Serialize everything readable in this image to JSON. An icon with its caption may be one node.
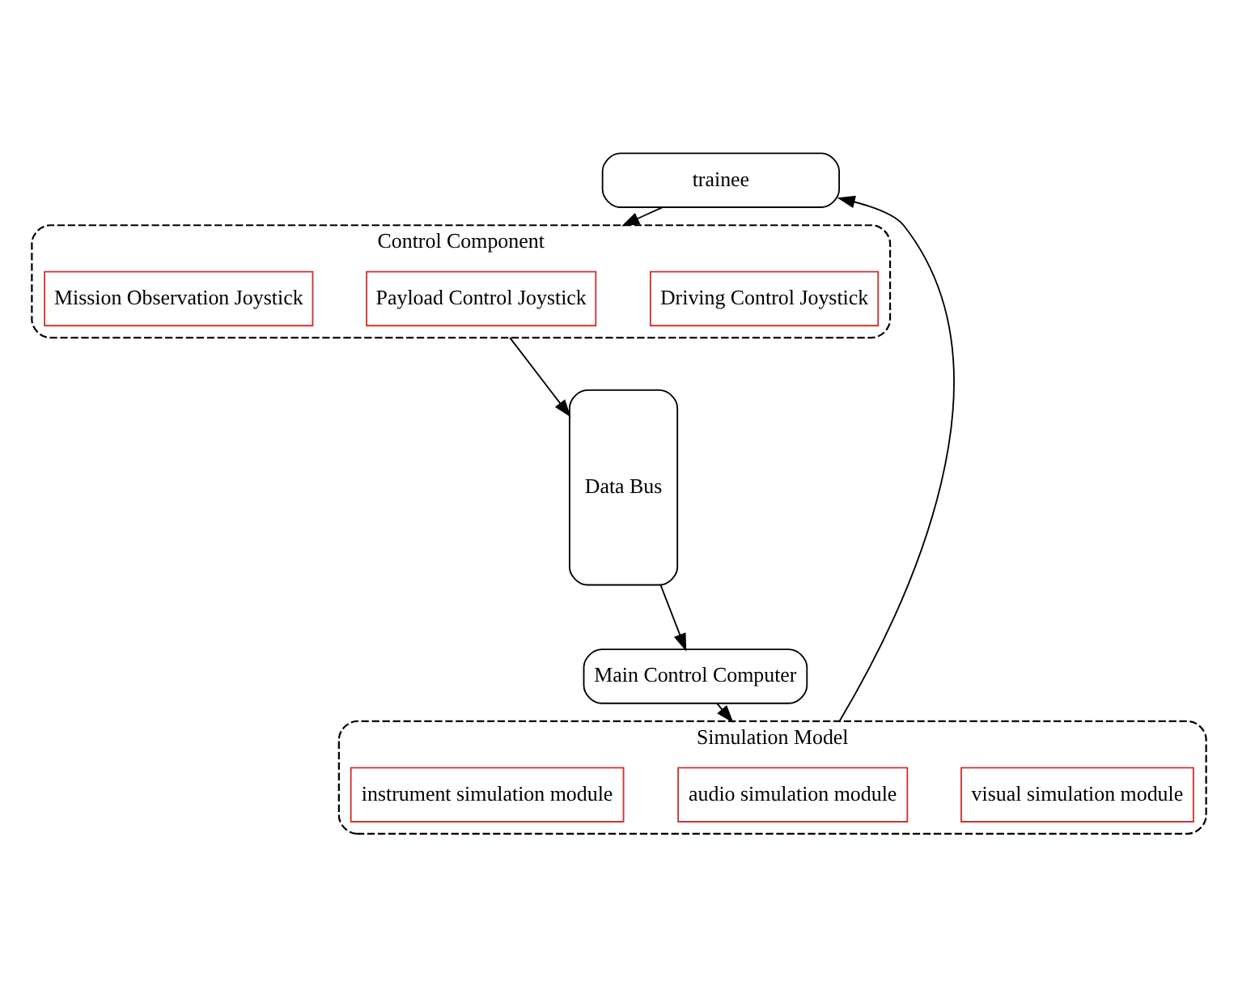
{
  "diagram": {
    "nodes": [
      {
        "text": [
          "trainee"
        ]
      },
      {
        "text": [
          "Simulation Model"
        ]
      },
      {
        "text": [
          "visual simulation module"
        ],
        "in": 1
      },
      {
        "text": [
          "audio simulation module"
        ],
        "in": 1
      },
      {
        "text": [
          "instrument simulation module"
        ],
        "in": 1
      },
      {
        "text": [
          "Control Component"
        ]
      },
      {
        "text": [
          "Driving Control Joystick"
        ],
        "in": 5
      },
      {
        "text": [
          "Payload Control Joystick"
        ],
        "in": 5
      },
      {
        "text": [
          "Mission Observation Joystick"
        ],
        "in": 5
      },
      {
        "text": [
          "Data Bus"
        ]
      },
      {
        "text": [
          "Main Control Computer"
        ]
      }
    ],
    "edges": [
      {
        "from": 1,
        "to": 0,
        "arrow": "to"
      },
      {
        "from": 0,
        "to": 5,
        "arrow": "to"
      },
      {
        "from": 5,
        "to": 9,
        "arrow": "to"
      },
      {
        "from": 9,
        "to": 10,
        "arrow": "to"
      },
      {
        "from": 10,
        "to": 1,
        "arrow": "to"
      }
    ]
  }
}
